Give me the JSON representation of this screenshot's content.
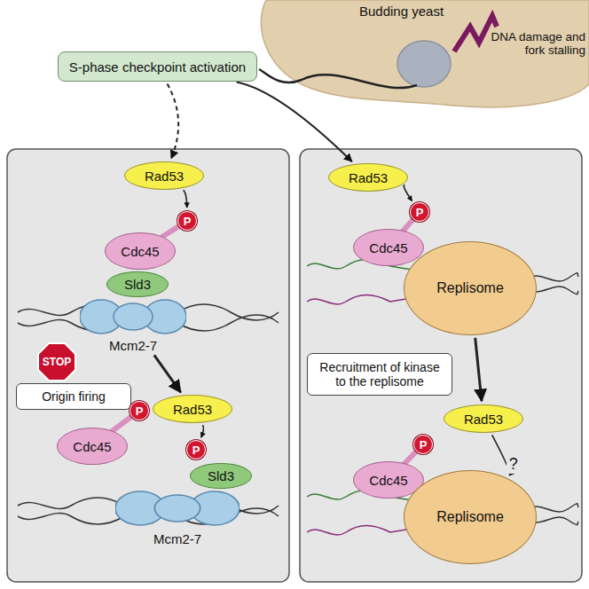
{
  "diagram": {
    "nodes": [
      {
        "text": [
          "S-phase checkpoint activation"
        ]
      },
      {
        "text": [
          "Rad53"
        ]
      },
      {
        "text": [
          "Cdc45"
        ]
      },
      {
        "text": [
          "P"
        ]
      },
      {
        "text": [
          "Sld3"
        ]
      },
      {
        "text": [
          "Mcm2-7"
        ]
      },
      {
        "text": [
          "STOP"
        ]
      },
      {
        "text": [
          "Origin firing"
        ]
      },
      {
        "text": [
          "Rad53"
        ]
      },
      {
        "text": [
          "P"
        ]
      },
      {
        "text": [
          "Cdc45"
        ]
      },
      {
        "text": [
          "P"
        ]
      },
      {
        "text": [
          "Sld3"
        ]
      },
      {
        "text": [
          "Mcm2-7"
        ]
      },
      {
        "text": [
          "Rad53"
        ]
      },
      {
        "text": [
          "P"
        ]
      },
      {
        "text": [
          "Cdc45"
        ]
      },
      {
        "text": [
          "Replisome"
        ]
      },
      {
        "text": [
          "Recruitment of kinase to the replisome"
        ]
      },
      {
        "text": [
          "Rad53"
        ]
      },
      {
        "text": [
          "P"
        ]
      },
      {
        "text": [
          "Cdc45"
        ]
      },
      {
        "text": [
          "Replisome"
        ]
      }
    ],
    "edges": [
      {
        "from": 0,
        "to": 1,
        "arrow": "to"
      },
      {
        "from": 0,
        "to": 14,
        "arrow": "to"
      },
      {
        "from": 1,
        "to": 3,
        "arrow": "to"
      },
      {
        "from": 2,
        "to": 3,
        "arrow": "none"
      },
      {
        "from": 5,
        "to": 8,
        "arrow": "to"
      },
      {
        "from": 10,
        "to": 9,
        "arrow": "none"
      },
      {
        "from": 8,
        "to": 11,
        "arrow": "to"
      },
      {
        "from": 14,
        "to": 15,
        "arrow": "to"
      },
      {
        "from": 16,
        "to": 15,
        "arrow": "none"
      },
      {
        "from": 17,
        "to": 19,
        "arrow": "to"
      },
      {
        "from": 21,
        "to": 20,
        "arrow": "none"
      },
      {
        "from": 19,
        "to": 22,
        "label": "?",
        "arrow": "to"
      }
    ],
    "labels": [
      "Budding yeast",
      "DNA damage and fork stalling"
    ]
  }
}
